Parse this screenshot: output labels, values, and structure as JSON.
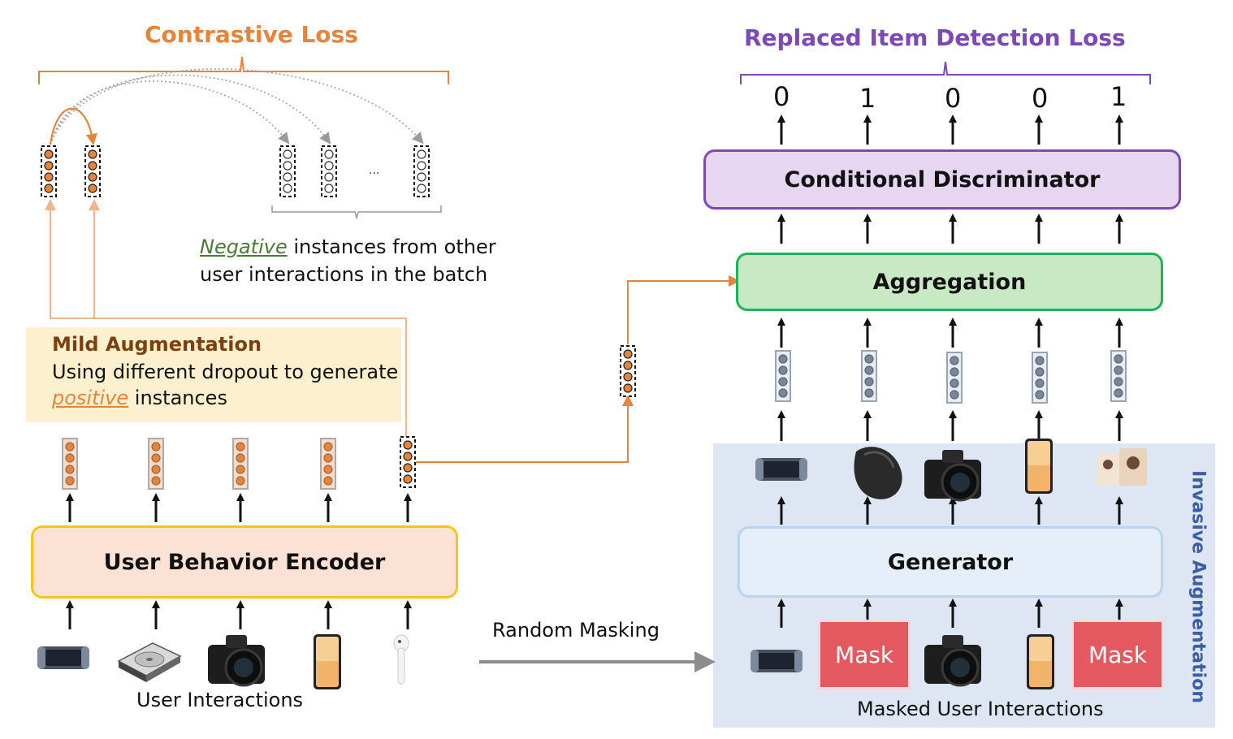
{
  "titles": {
    "contrastive_loss": "Contrastive Loss",
    "replaced_item_detection_loss": "Replaced Item Detection Loss"
  },
  "boxes": {
    "user_behavior_encoder": "User Behavior Encoder",
    "conditional_discriminator": "Conditional Discriminator",
    "aggregation": "Aggregation",
    "generator": "Generator"
  },
  "negative_note": {
    "word": "Negative",
    "rest_line1": " instances from other",
    "line2": "user interactions in the batch"
  },
  "mild_augmentation": {
    "title": "Mild Augmentation",
    "line1": "Using different dropout to generate",
    "positive_word": "positive",
    "line2_rest": " instances"
  },
  "labels": {
    "user_interactions": "User Interactions",
    "random_masking": "Random Masking",
    "masked_user_interactions": "Masked User Interactions",
    "invasive_augmentation": "Invasive Augmentation",
    "ellipsis": "..."
  },
  "detection_outputs": [
    "0",
    "1",
    "0",
    "0",
    "1"
  ],
  "mask_label": "Mask",
  "colors": {
    "orange": "#e8843a",
    "purple": "#7d48b8",
    "green": "#1fb25a",
    "yellow": "#f5c518",
    "blue_panel": "#dde6f2",
    "mask_red": "#e4595f"
  }
}
